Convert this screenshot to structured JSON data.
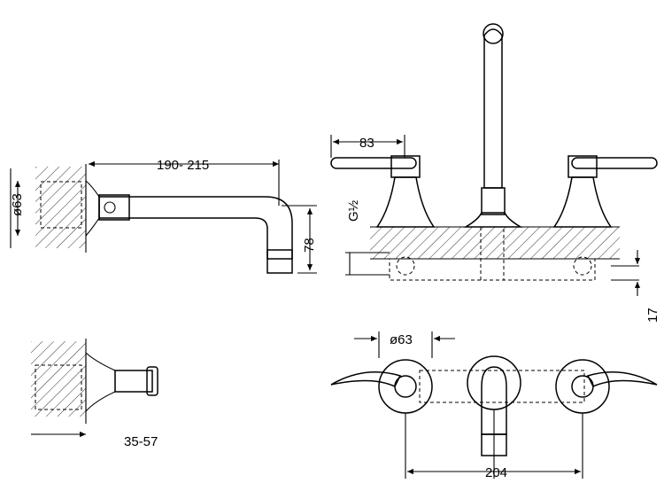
{
  "colors": {
    "ink": "#000000",
    "paper": "#ffffff"
  },
  "dimensions": {
    "spout_diameter": "ø63",
    "spout_reach": "190- 215",
    "spout_height": "78",
    "wall_depth_range": "35-57",
    "deck_spacing_left": "83",
    "deck_thread": "G½",
    "deck_thickness": "17",
    "rosette_diameter": "ø63",
    "handle_spacing": "204"
  }
}
